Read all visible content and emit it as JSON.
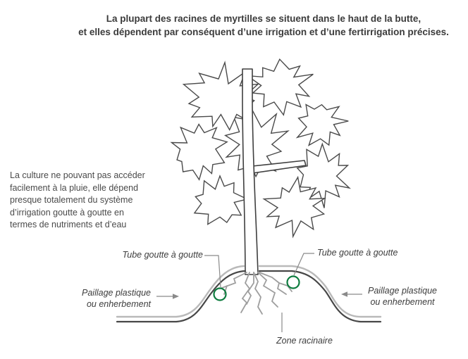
{
  "title": {
    "line1": "La plupart des racines de myrtilles se situent dans le haut de la butte,",
    "line2": "et elles dépendent par conséquent d’une irrigation et d’une fertirrigation précises."
  },
  "left_note": {
    "lines": [
      "La culture ne pouvant pas accéder",
      "facilement à la pluie, elle dépend",
      "presque totalement du système",
      "d’irrigation goutte à goutte en",
      "termes de nutriments et d’eau"
    ]
  },
  "labels": {
    "tube_left": "Tube goutte à goutte",
    "tube_right": "Tube goutte à goutte",
    "paillage_left_line1": "Paillage plastique",
    "paillage_left_line2": "ou enherbement",
    "paillage_right_line1": "Paillage plastique",
    "paillage_right_line2": "ou enherbement",
    "zone": "Zone racinaire"
  },
  "colors": {
    "outline": "#474747",
    "muted_gray": "#b9b9b9",
    "root_gray": "#9e9e9e",
    "tube_green": "#0e7c3f",
    "text": "#3d3d3d"
  }
}
